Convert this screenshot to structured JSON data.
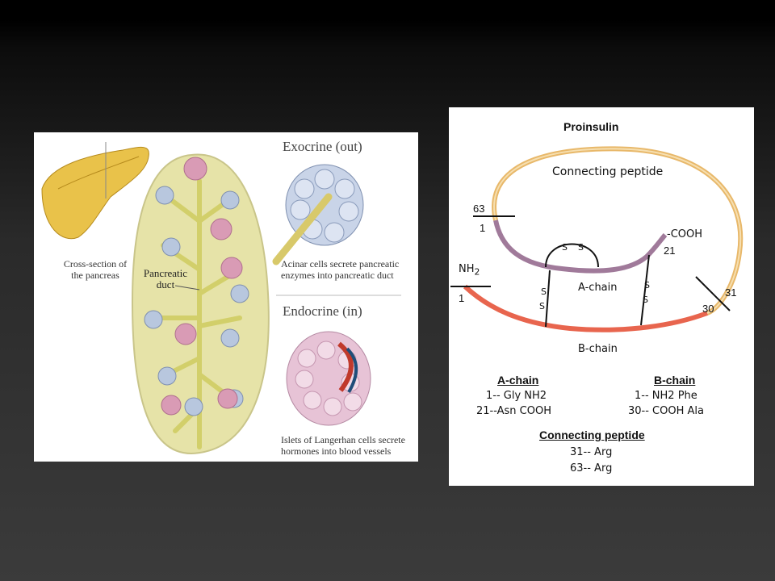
{
  "left_illustration": {
    "cross_section_label": "Cross-section of\nthe pancreas",
    "duct_label": "Pancreatic\nduct",
    "exocrine_heading": "Exocrine (out)",
    "acinar_label": "Acinar cells secrete pancreatic\nenzymes into pancreatic duct",
    "endocrine_heading": "Endocrine (in)",
    "islets_label": "Islets of Langerhan cells secrete\nhormones into blood vessels"
  },
  "proinsulin": {
    "title": "Proinsulin",
    "connecting_peptide_label": "Connecting peptide",
    "a_chain_label": "A-chain",
    "b_chain_label": "B-chain",
    "cooh_label": "-COOH",
    "nh2_label": "NH",
    "nh2_sub": "2",
    "disulfide_s": "S",
    "residue_63": "63",
    "residue_1_top": "1",
    "residue_1_left": "1",
    "residue_21": "21",
    "residue_30": "30",
    "residue_31": "31"
  },
  "legend": {
    "a_chain": {
      "heading": "A-chain",
      "line1": "1-- Gly NH2",
      "line2": "21--Asn COOH"
    },
    "b_chain": {
      "heading": "B-chain",
      "line1": "1-- NH2 Phe",
      "line2": "30-- COOH Ala"
    },
    "connecting": {
      "heading": "Connecting peptide",
      "line1": "31-- Arg",
      "line2": "63-- Arg"
    }
  },
  "colors": {
    "connecting_peptide": "#e8b86a",
    "a_chain": "#a07a9a",
    "b_chain": "#e8654e",
    "pancreas_tissue": "#e6e3a8",
    "duct": "#d2cf6a"
  }
}
